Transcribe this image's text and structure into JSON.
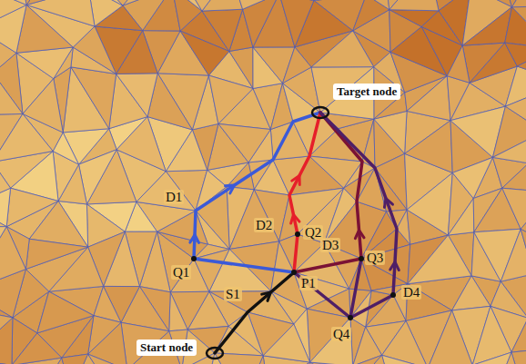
{
  "diagram": {
    "labels": [
      "Target node",
      "D1",
      "D2",
      "Q2",
      "D3",
      "Q3",
      "D4",
      "Q1",
      "P1",
      "S1",
      "Q4",
      "Start node"
    ]
  }
}
